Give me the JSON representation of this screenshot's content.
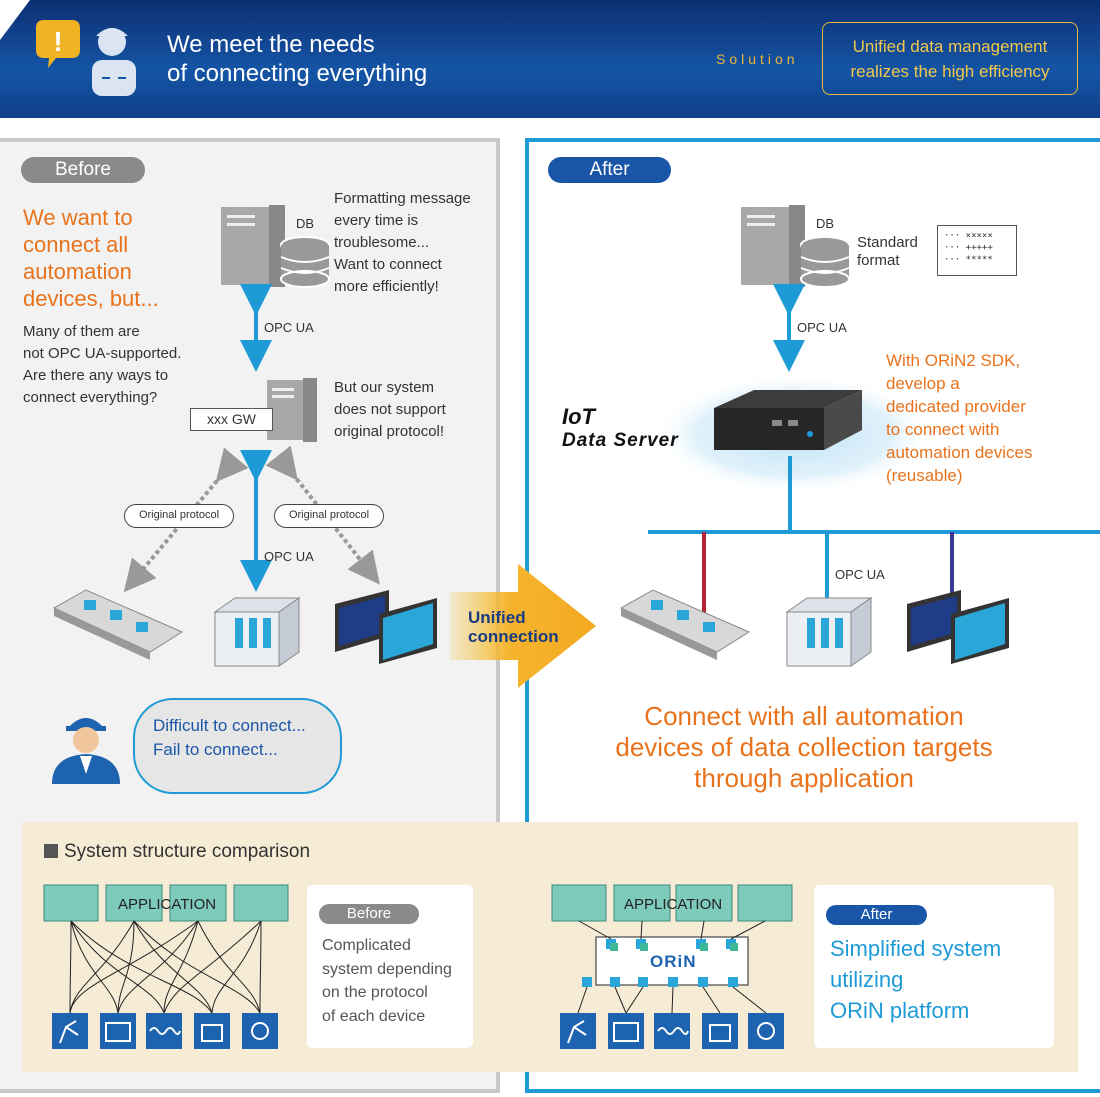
{
  "header": {
    "title_line1": "We meet the needs",
    "title_line2": "of connecting everything",
    "solution_label": "Solution",
    "unified_line1": "Unified data management",
    "unified_line2": "realizes the high efficiency"
  },
  "before": {
    "pill": "Before",
    "headline": [
      "We want to",
      "connect all",
      "automation",
      "devices, but..."
    ],
    "body": [
      "Many of them are",
      "not OPC UA-supported.",
      "Are there any ways to",
      "connect everything?"
    ],
    "db_label": "DB",
    "db_note": [
      "Formatting message",
      "every time is",
      "troublesome...",
      "Want to connect",
      "more efficiently!"
    ],
    "opcua_top": "OPC UA",
    "gw_label": "xxx GW",
    "gw_note": [
      "But our system",
      "does not support",
      "original protocol!"
    ],
    "original_protocol_left": "Original protocol",
    "original_protocol_right": "Original protocol",
    "opcua_bottom": "OPC UA",
    "bubble": [
      "Difficult to connect...",
      "Fail to connect..."
    ]
  },
  "arrow": {
    "line1": "Unified",
    "line2": "connection"
  },
  "after": {
    "pill": "After",
    "db_label": "DB",
    "standard_format": [
      "Standard",
      "format"
    ],
    "format_rows": [
      "···  ×××××",
      "···  +++++",
      "···  *****"
    ],
    "opcua_top": "OPC UA",
    "iot_line1": "IoT",
    "iot_line2": "Data Server",
    "orin_note": [
      "With ORiN2 SDK,",
      "develop a",
      "dedicated provider",
      "to connect with",
      "automation devices",
      "(reusable)"
    ],
    "opcua_device": "OPC UA",
    "connect_text": [
      "Connect with all automation",
      "devices of data collection targets",
      "through application"
    ]
  },
  "comparison": {
    "title": "System structure comparison",
    "before_app_label": "APPLICATION",
    "after_app_label": "APPLICATION",
    "orin_logo": "ORiN",
    "before_card_pill": "Before",
    "before_card_body": [
      "Complicated",
      "system depending",
      "on the protocol",
      "of each device"
    ],
    "after_card_pill": "After",
    "after_card_body": [
      "Simplified system",
      "utilizing",
      "ORiN platform"
    ]
  },
  "colors": {
    "header_blue": "#1555a6",
    "accent_gold": "#e8b935",
    "orange": "#e8731c",
    "cyan": "#1e9ad6",
    "navy": "#1a56a8",
    "teal_app": "#7ecbbc",
    "line_red": "#b5253a",
    "line_purple": "#3b3a8f"
  },
  "icons": [
    "alert-icon",
    "worker-icon",
    "server-icon",
    "database-icon",
    "gateway-server-icon",
    "conveyor-icon",
    "plc-icon",
    "monitor-icon",
    "iot-server-box-icon",
    "robot-arm-icon",
    "camera-icon"
  ]
}
